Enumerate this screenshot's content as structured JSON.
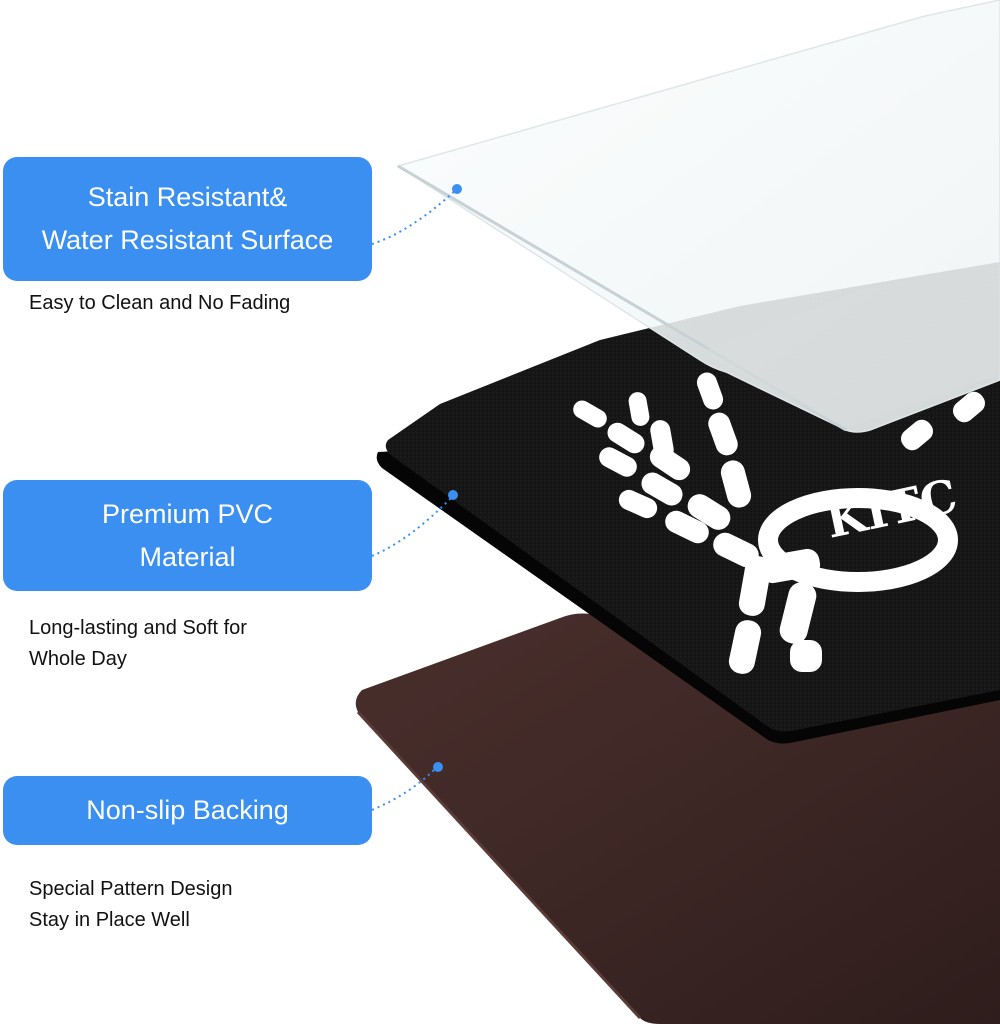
{
  "features": [
    {
      "id": "surface",
      "title_lines": [
        "Stain Resistant&",
        "Water Resistant Surface"
      ],
      "caption_lines": [
        "Easy to Clean and No Fading"
      ]
    },
    {
      "id": "pvc",
      "title_lines": [
        "Premium PVC",
        "Material"
      ],
      "caption_lines": [
        "Long-lasting and Soft for",
        "Whole Day"
      ]
    },
    {
      "id": "backing",
      "title_lines": [
        "Non-slip Backing"
      ],
      "caption_lines": [
        "Special Pattern Design",
        "Stay in Place Well"
      ]
    }
  ],
  "mat_print_text": "KITC",
  "colors": {
    "label_blue": "#3a8ff0",
    "connector_blue": "#3a8ff0",
    "mat_black": "#141414",
    "backing_brown": "#3b2624",
    "film_white": "#f4f7f8",
    "bone_white": "#ffffff"
  },
  "icons": {
    "connector_dot": "blue-dot-icon"
  }
}
